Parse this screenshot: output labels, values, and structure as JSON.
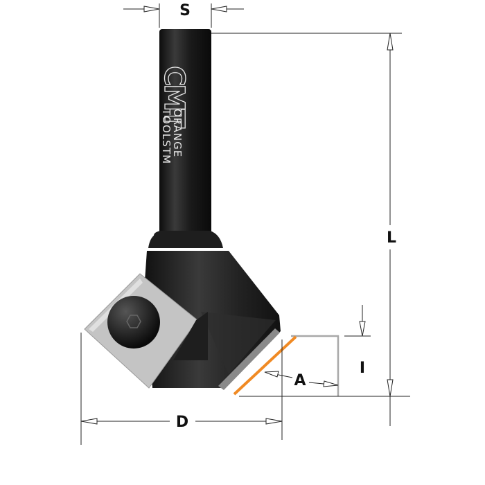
{
  "diagram": {
    "labels": {
      "shank_diameter": "S",
      "length": "L",
      "cutting_height": "I",
      "angle": "A",
      "diameter": "D"
    },
    "logo": {
      "brand": "CMT",
      "line1": "ORANGE",
      "line2": "TOOLS",
      "tm": "TM"
    },
    "colors": {
      "body": "#1c1c1c",
      "insert": "#c4c4c4",
      "cut_edge": "#f08a24",
      "profile": "#a8a8a8",
      "dimension": "#222222"
    }
  }
}
